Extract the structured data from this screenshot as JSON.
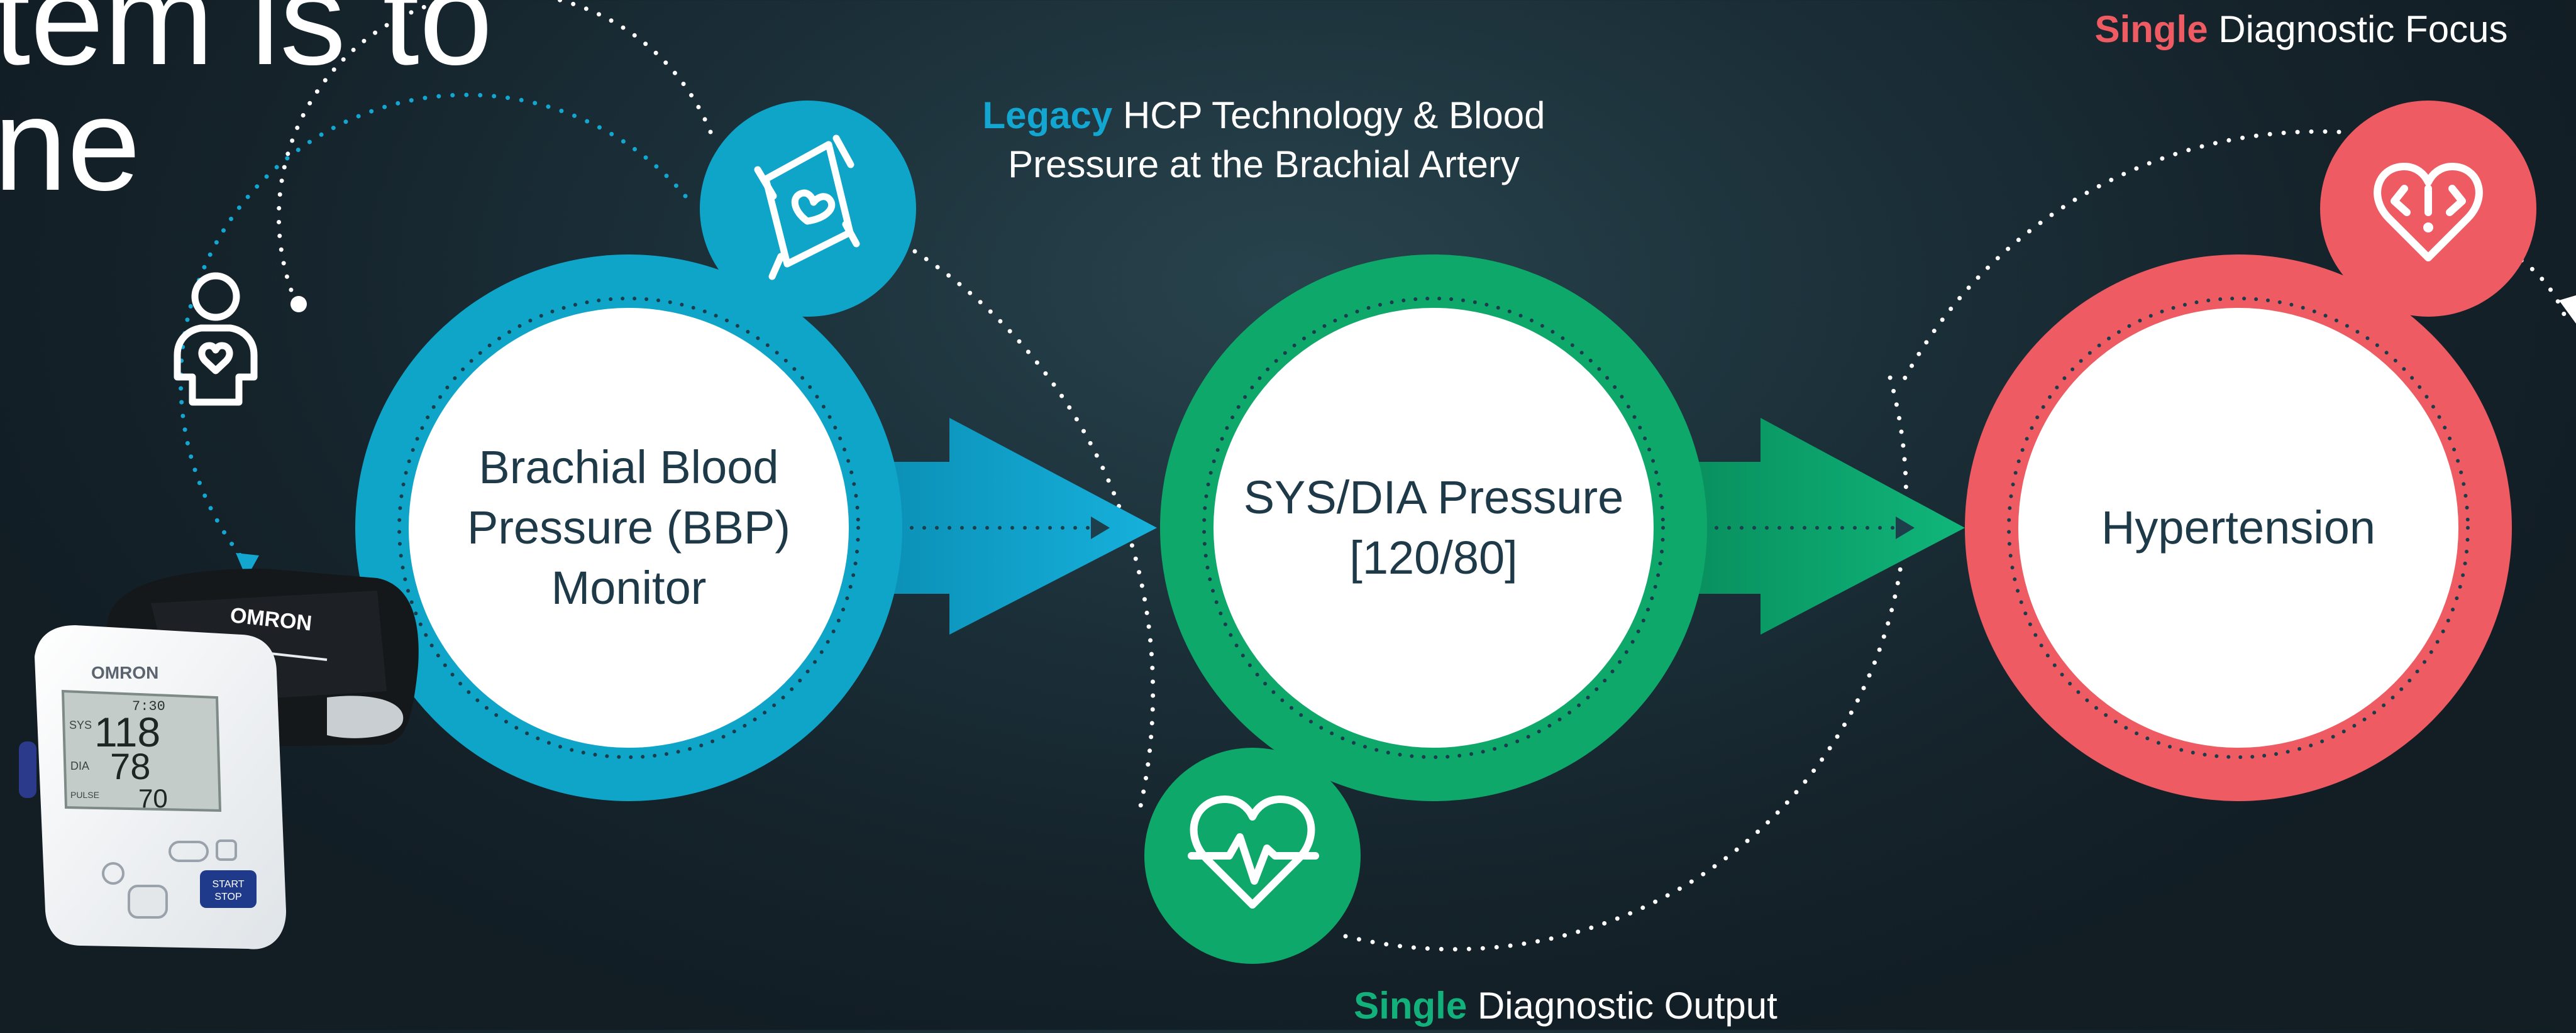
{
  "title_fragment": {
    "line1": "tem is to",
    "line2": "ne"
  },
  "stages": [
    {
      "label": "Brachial Blood Pressure (BBP) Monitor",
      "ring_color": "#0ea5c9"
    },
    {
      "label": "SYS/DIA Pressure [120/80]",
      "ring_color": "#0ea86a"
    },
    {
      "label": "Hypertension",
      "ring_color": "#ee5b62"
    }
  ],
  "captions": {
    "legacy": {
      "emphasis": "Legacy",
      "text_line1": "HCP Technology & Blood",
      "text_line2": "Pressure at the Brachial Artery",
      "color": "#12a6d1"
    },
    "output": {
      "emphasis": "Single",
      "text": "Diagnostic Output",
      "color": "#12b07a"
    },
    "focus": {
      "emphasis": "Single",
      "text": "Diagnostic Focus",
      "color": "#ef5b63"
    }
  },
  "icons": {
    "cuff": "arm-cuff-heart-icon",
    "heartbeat": "heart-pulse-icon",
    "broken_heart": "heart-alert-icon",
    "patient": "person-heart-icon"
  },
  "device": {
    "brand": "OMRON",
    "cuff_brand": "OMRON",
    "readings": [
      "118",
      "78",
      "70"
    ],
    "time": "7:30",
    "labels": [
      "SYS",
      "DIA",
      "PULSE"
    ],
    "button_line1": "START",
    "button_line2": "STOP"
  }
}
